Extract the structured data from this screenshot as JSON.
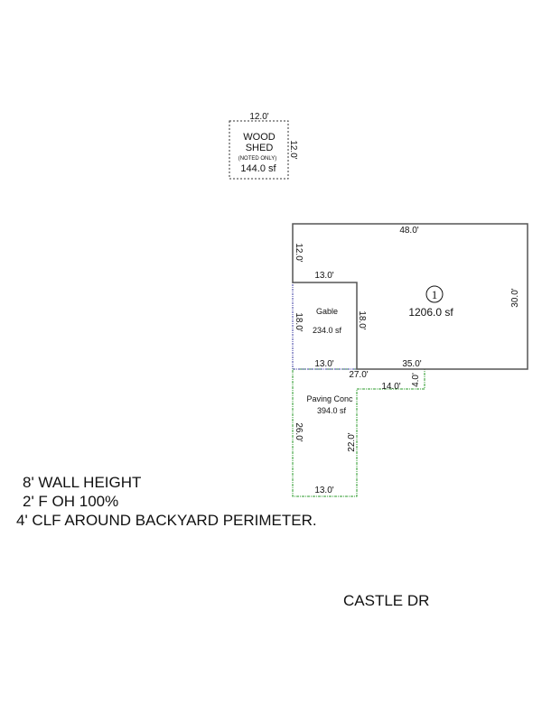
{
  "shed": {
    "top": "12.0'",
    "right": "12.0'",
    "name1": "WOOD",
    "name2": "SHED",
    "note": "(NOTED ONLY)",
    "area": "144.0 sf"
  },
  "main": {
    "top": "48.0'",
    "left": "12.0'",
    "inner_top": "13.0'",
    "right": "30.0'",
    "bottom": "35.0'",
    "label": "1",
    "area": "1206.0 sf"
  },
  "gable": {
    "name": "Gable",
    "area": "234.0 sf",
    "left": "18.0'",
    "right": "18.0'",
    "bottom": "13.0'"
  },
  "paving": {
    "name": "Paving Conc",
    "area": "394.0 sf",
    "top": "27.0'",
    "step_right": "4.0'",
    "step": "14.0'",
    "left": "26.0'",
    "right": "22.0'",
    "bottom": "13.0'"
  },
  "notes": [
    "8' WALL HEIGHT",
    "2' F OH 100%",
    "4' CLF AROUND BACKYARD PERIMETER."
  ],
  "street": "CASTLE DR",
  "colors": {
    "main": "#555555",
    "gable": "#3a3aa0",
    "paving": "#2a9a2a",
    "shed": "#333333"
  }
}
